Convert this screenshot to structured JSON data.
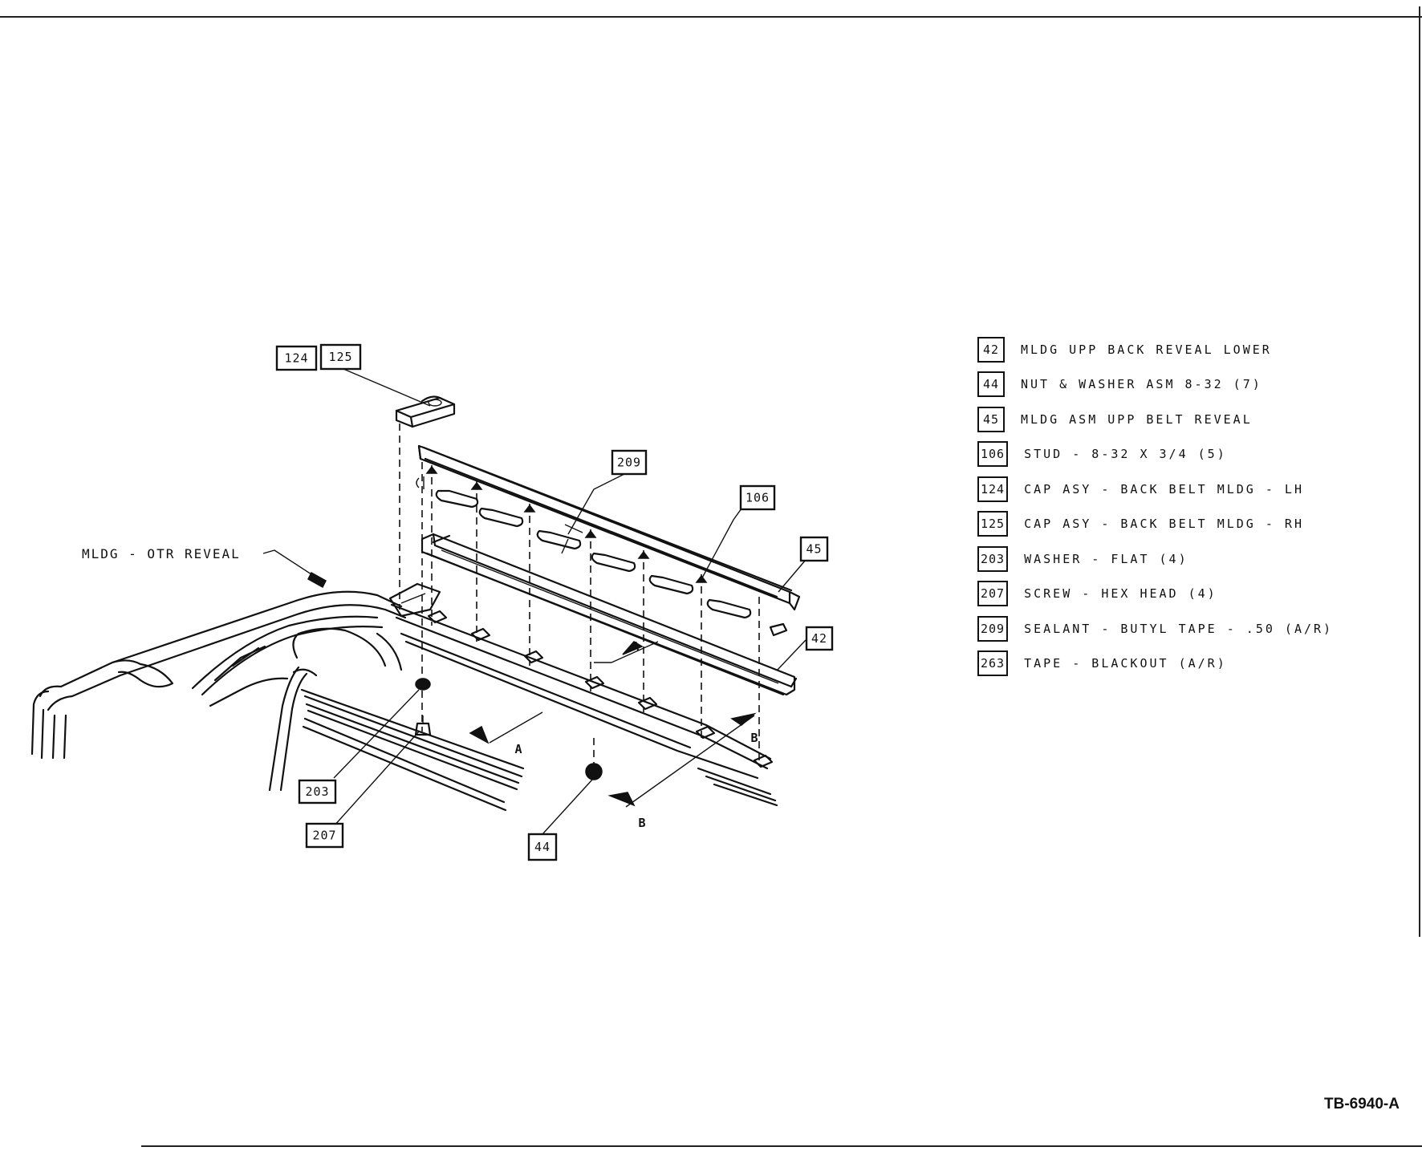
{
  "diagram": {
    "outer_label": "MLDG - OTR REVEAL",
    "view_letters": [
      "A",
      "A",
      "B",
      "B"
    ]
  },
  "callouts": [
    "124",
    "125",
    "209",
    "106",
    "45",
    "42",
    "203",
    "207",
    "44"
  ],
  "legend": [
    {
      "num": "42",
      "desc": "MLDG UPP BACK REVEAL LOWER"
    },
    {
      "num": "44",
      "desc": "NUT & WASHER ASM 8-32  (7)"
    },
    {
      "num": "45",
      "desc": "MLDG ASM UPP BELT REVEAL"
    },
    {
      "num": "106",
      "desc": "STUD - 8-32 X 3/4 (5)"
    },
    {
      "num": "124",
      "desc": "CAP ASY - BACK BELT MLDG - LH"
    },
    {
      "num": "125",
      "desc": "CAP ASY - BACK BELT MLDG - RH"
    },
    {
      "num": "203",
      "desc": "WASHER - FLAT  (4)"
    },
    {
      "num": "207",
      "desc": "SCREW - HEX HEAD (4)"
    },
    {
      "num": "209",
      "desc": "SEALANT - BUTYL TAPE - .50 (A/R)"
    },
    {
      "num": "263",
      "desc": "TAPE - BLACKOUT (A/R)"
    }
  ],
  "doc_ref": "TB-6940-A"
}
